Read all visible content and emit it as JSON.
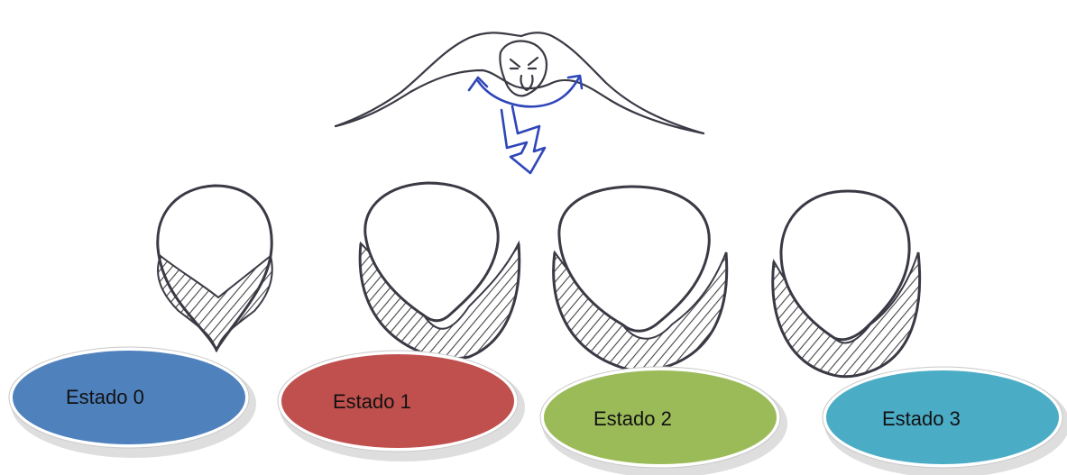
{
  "states": [
    {
      "label": "Estado 0",
      "color": "#4f81bd"
    },
    {
      "label": "Estado 1",
      "color": "#c0504d"
    },
    {
      "label": "Estado 2",
      "color": "#9bbb59"
    },
    {
      "label": "Estado 3",
      "color": "#4bacc6"
    }
  ],
  "colors": {
    "ink": "#3a3a45",
    "arrow": "#2e46b8",
    "hatch": "#444444",
    "shadow": "#b0b0b0"
  },
  "icons": [
    "bird-sketch",
    "curved-double-arrow",
    "downward-zigzag-arrow",
    "vertebra-section"
  ]
}
